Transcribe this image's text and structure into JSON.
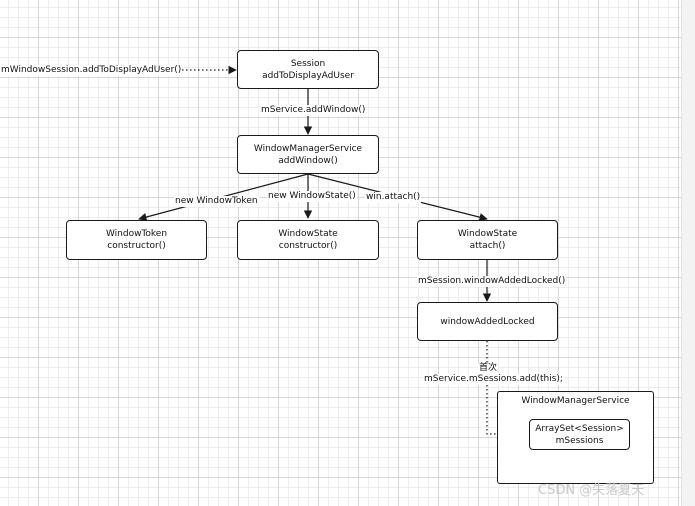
{
  "nodes": {
    "session": {
      "line1": "Session",
      "line2": "addToDisplayAdUser"
    },
    "wms": {
      "line1": "WindowManagerService",
      "line2": "addWindow()"
    },
    "token": {
      "line1": "WindowToken",
      "line2": "constructor()"
    },
    "state_ctor": {
      "line1": "WindowState",
      "line2": "constructor()"
    },
    "state_attach": {
      "line1": "WindowState",
      "line2": "attach()"
    },
    "added_locked": {
      "line1": "windowAddedLocked"
    },
    "wms_container": {
      "title": "WindowManagerService"
    },
    "arrayset": {
      "line1": "ArraySet<Session>",
      "line2": "mSessions"
    }
  },
  "edges": {
    "entry": "mWindowSession.addToDisplayAdUser()",
    "add_window": "mService.addWindow()",
    "new_token": "new WindowToken",
    "new_state": "new WindowState()",
    "win_attach": "win.attach()",
    "window_added_locked": "mSession.windowAddedLocked()",
    "first_time": "首次",
    "sessions_add": "mService.mSessions.add(this);"
  },
  "watermark": "CSDN @失落夏天",
  "colors": {
    "stroke": "#1a1a1a",
    "grid": "#d6d6d6",
    "watermark": "#c8c8c8"
  }
}
